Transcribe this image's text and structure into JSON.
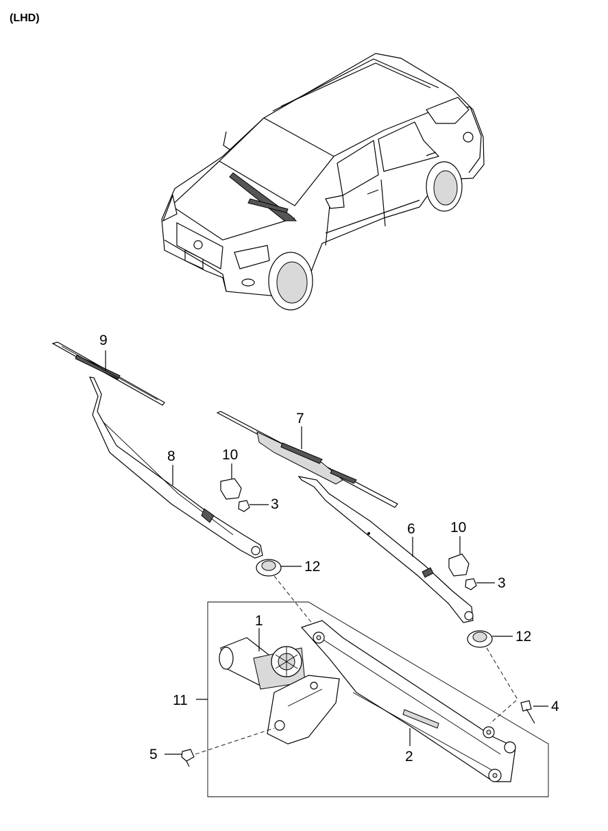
{
  "header": {
    "variant": "(LHD)"
  },
  "callouts": {
    "c1": "1",
    "c2": "2",
    "c3a": "3",
    "c3b": "3",
    "c4": "4",
    "c5": "5",
    "c6": "6",
    "c7": "7",
    "c8": "8",
    "c9": "9",
    "c10a": "10",
    "c10b": "10",
    "c11": "11",
    "c12a": "12",
    "c12b": "12"
  }
}
